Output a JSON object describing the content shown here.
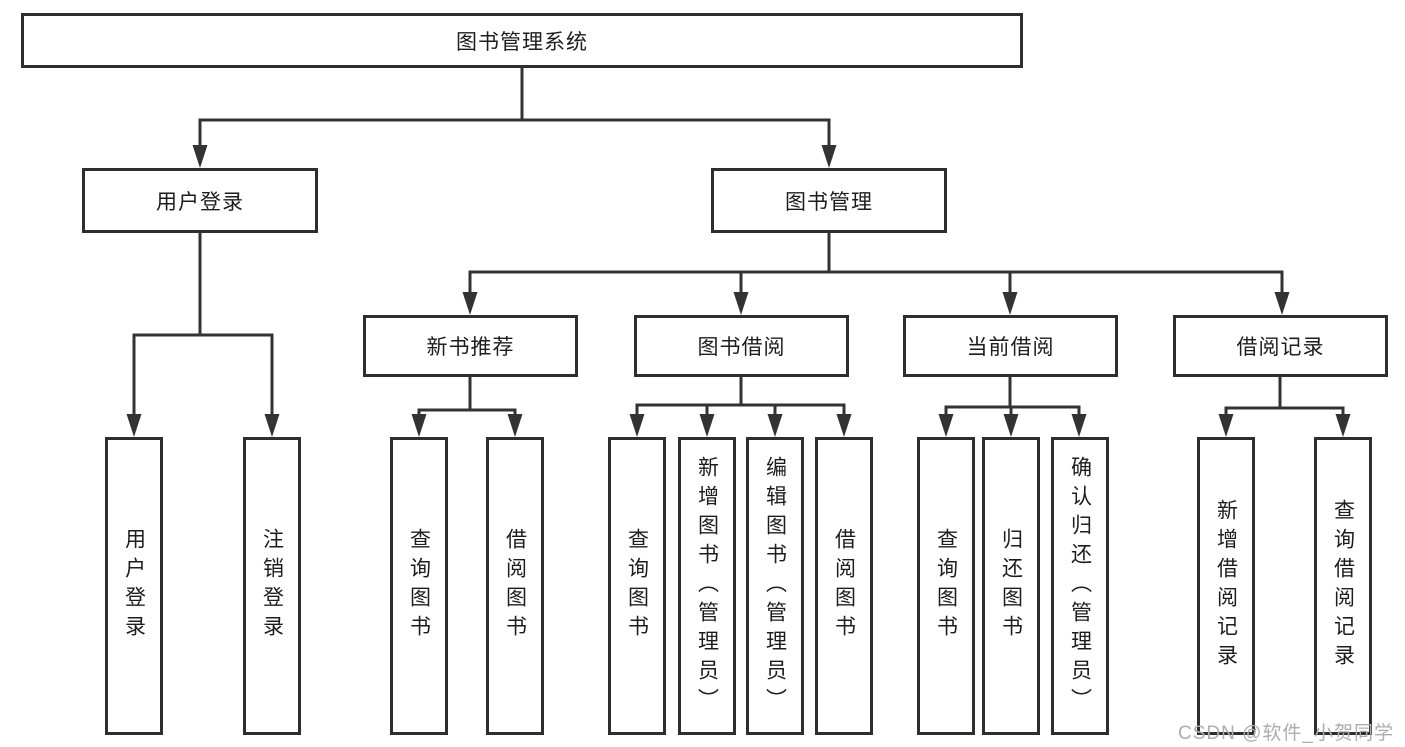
{
  "tree": {
    "label": "图书管理系统",
    "children": [
      {
        "label": "用户登录",
        "children": [
          {
            "label": "用户登录"
          },
          {
            "label": "注销登录"
          }
        ]
      },
      {
        "label": "图书管理",
        "children": [
          {
            "label": "新书推荐",
            "children": [
              {
                "label": "查询图书"
              },
              {
                "label": "借阅图书"
              }
            ]
          },
          {
            "label": "图书借阅",
            "children": [
              {
                "label": "查询图书"
              },
              {
                "label": "新增图书（管理员）"
              },
              {
                "label": "编辑图书（管理员）"
              },
              {
                "label": "借阅图书"
              }
            ]
          },
          {
            "label": "当前借阅",
            "children": [
              {
                "label": "查询图书"
              },
              {
                "label": "归还图书"
              },
              {
                "label": "确认归还（管理员）"
              }
            ]
          },
          {
            "label": "借阅记录",
            "children": [
              {
                "label": "新增借阅记录"
              },
              {
                "label": "查询借阅记录"
              }
            ]
          }
        ]
      }
    ]
  },
  "watermark": {
    "text": "CSDN @软件_小贺同学"
  },
  "colors": {
    "line": "#333333",
    "border": "#2e2e2e",
    "text": "#1d1d1d",
    "watermark": "#adadad",
    "background": "#ffffff"
  }
}
